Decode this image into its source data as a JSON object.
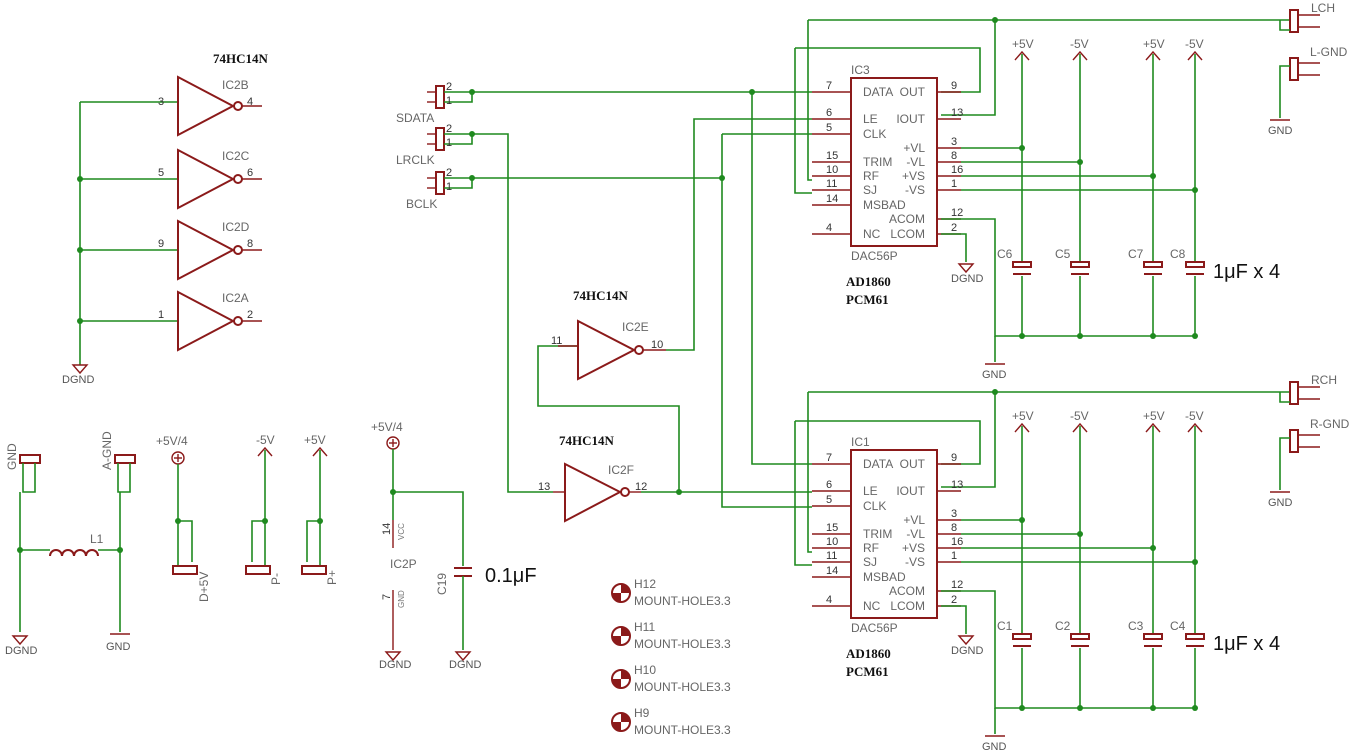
{
  "colors": {
    "wire": "#1f8a1f",
    "part": "#8b1a1a",
    "label": "#555555",
    "background": "#ffffff"
  },
  "chip_types": {
    "inv_a": "74HC14N",
    "inv_e": "74HC14N",
    "inv_f": "74HC14N"
  },
  "inverters": {
    "ic2b": {
      "name": "IC2B",
      "in": "3",
      "out": "4"
    },
    "ic2c": {
      "name": "IC2C",
      "in": "5",
      "out": "6"
    },
    "ic2d": {
      "name": "IC2D",
      "in": "9",
      "out": "8"
    },
    "ic2a": {
      "name": "IC2A",
      "in": "1",
      "out": "2"
    },
    "ic2e": {
      "name": "IC2E",
      "in": "11",
      "out": "10"
    },
    "ic2f": {
      "name": "IC2F",
      "in": "13",
      "out": "12"
    }
  },
  "inputs": {
    "sdata": "SDATA",
    "lrclk": "LRCLK",
    "bclk": "BCLK",
    "pin1": "1",
    "pin2": "2"
  },
  "dac_top": {
    "name": "IC3",
    "type": "DAC56P",
    "part1": "AD1860",
    "part2": "PCM61",
    "left_pins": [
      {
        "n": "7",
        "l": "DATA"
      },
      {
        "n": "6",
        "l": "LE"
      },
      {
        "n": "5",
        "l": "CLK"
      },
      {
        "n": "15",
        "l": "TRIM"
      },
      {
        "n": "10",
        "l": "RF"
      },
      {
        "n": "11",
        "l": "SJ"
      },
      {
        "n": "14",
        "l": "MSBAD"
      },
      {
        "n": "4",
        "l": "NC"
      }
    ],
    "right_pins": [
      {
        "n": "9",
        "l": "OUT"
      },
      {
        "n": "13",
        "l": "IOUT"
      },
      {
        "n": "3",
        "l": "+VL"
      },
      {
        "n": "8",
        "l": "-VL"
      },
      {
        "n": "16",
        "l": "+VS"
      },
      {
        "n": "1",
        "l": "-VS"
      },
      {
        "n": "12",
        "l": "ACOM"
      },
      {
        "n": "2",
        "l": "LCOM"
      }
    ]
  },
  "dac_bottom": {
    "name": "IC1",
    "type": "DAC56P",
    "part1": "AD1860",
    "part2": "PCM61",
    "left_pins": [
      {
        "n": "7",
        "l": "DATA"
      },
      {
        "n": "6",
        "l": "LE"
      },
      {
        "n": "5",
        "l": "CLK"
      },
      {
        "n": "15",
        "l": "TRIM"
      },
      {
        "n": "10",
        "l": "RF"
      },
      {
        "n": "11",
        "l": "SJ"
      },
      {
        "n": "14",
        "l": "MSBAD"
      },
      {
        "n": "4",
        "l": "NC"
      }
    ],
    "right_pins": [
      {
        "n": "9",
        "l": "OUT"
      },
      {
        "n": "13",
        "l": "IOUT"
      },
      {
        "n": "3",
        "l": "+VL"
      },
      {
        "n": "8",
        "l": "-VL"
      },
      {
        "n": "16",
        "l": "+VS"
      },
      {
        "n": "1",
        "l": "-VS"
      },
      {
        "n": "12",
        "l": "ACOM"
      },
      {
        "n": "2",
        "l": "LCOM"
      }
    ]
  },
  "rails": {
    "p5": "+5V",
    "m5": "-5V",
    "p5q": "+5V/4",
    "gnd": "GND",
    "dgnd": "DGND"
  },
  "caps_top": [
    "C6",
    "C5",
    "C7",
    "C8"
  ],
  "caps_bottom": [
    "C1",
    "C2",
    "C3",
    "C4"
  ],
  "cap_note": "1μF  x  4",
  "outputs": {
    "lch": "LCH",
    "lgnd": "L-GND",
    "rch": "RCH",
    "rgnd": "R-GND"
  },
  "power": {
    "gnd1": "GND",
    "agnd": "A-GND",
    "l1": "L1",
    "d5v": "D+5V",
    "pm": "P-",
    "pp": "P+",
    "ic2p": "IC2P",
    "vcc": "VCC",
    "gndsmall": "GND",
    "pin14": "14",
    "pin7": "7",
    "c19": "C19",
    "c19_value": "0.1μF"
  },
  "holes": [
    {
      "name": "H12",
      "value": "MOUNT-HOLE3.3"
    },
    {
      "name": "H11",
      "value": "MOUNT-HOLE3.3"
    },
    {
      "name": "H10",
      "value": "MOUNT-HOLE3.3"
    },
    {
      "name": "H9",
      "value": "MOUNT-HOLE3.3"
    }
  ]
}
